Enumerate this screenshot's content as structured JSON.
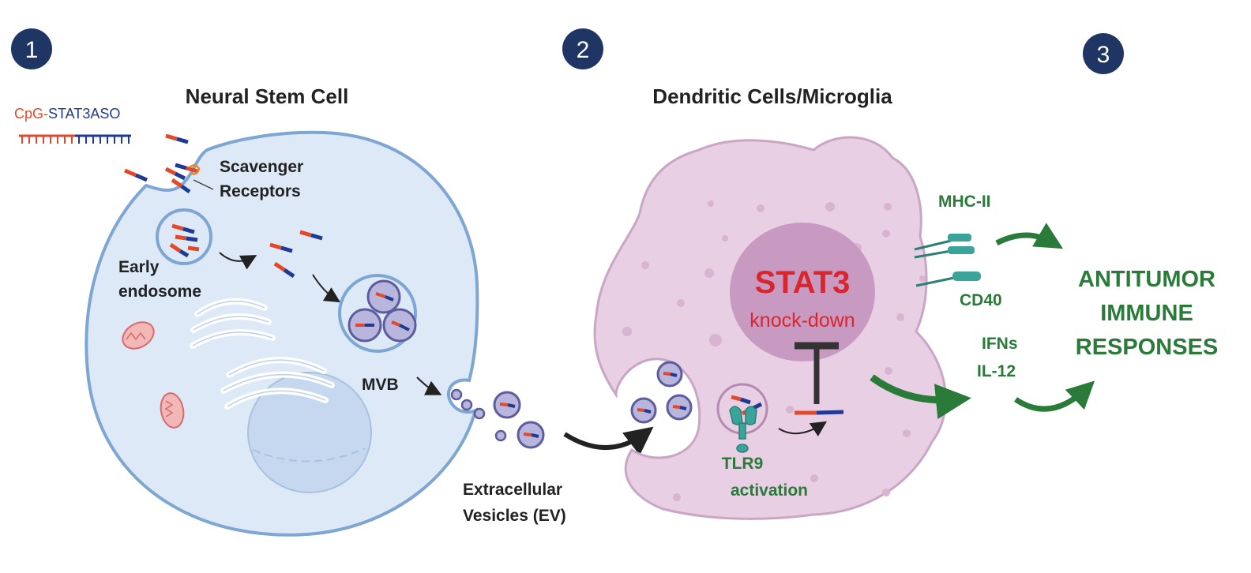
{
  "steps": {
    "one": "1",
    "two": "2",
    "three": "3"
  },
  "neural_stem_cell": {
    "title": "Neural Stem Cell",
    "aso_label_cpg": "CpG-",
    "aso_label_stat3aso": "STAT3ASO",
    "scavenger_line1": "Scavenger",
    "scavenger_line2": "Receptors",
    "early_line1": "Early",
    "early_line2": "endosome",
    "mvb": "MVB"
  },
  "ev": {
    "line1": "Extracellular",
    "line2": "Vesicles (EV)"
  },
  "dendritic": {
    "title": "Dendritic Cells/Microglia",
    "stat3": "STAT3",
    "knockdown": "knock-down",
    "tlr9_line1": "TLR9",
    "tlr9_line2": "activation"
  },
  "outputs": {
    "mhc": "MHC-II",
    "cd40": "CD40",
    "ifns": "IFNs",
    "il12": "IL-12",
    "result_line1": "ANTITUMOR",
    "result_line2": "IMMUNE",
    "result_line3": "RESPONSES"
  },
  "colors": {
    "step_badge": "#1f3563",
    "orange": "#e2492a",
    "navy": "#1f3a93",
    "cell_fill": "#dde9f7",
    "cell_stroke": "#7ea6d2",
    "dc_fill": "#e8cfe3",
    "dc_stroke": "#c9a6c4",
    "nucleus": "#c79ac0",
    "green": "#2a7a3a",
    "teal": "#3aa39a",
    "red_text": "#d8262c"
  }
}
